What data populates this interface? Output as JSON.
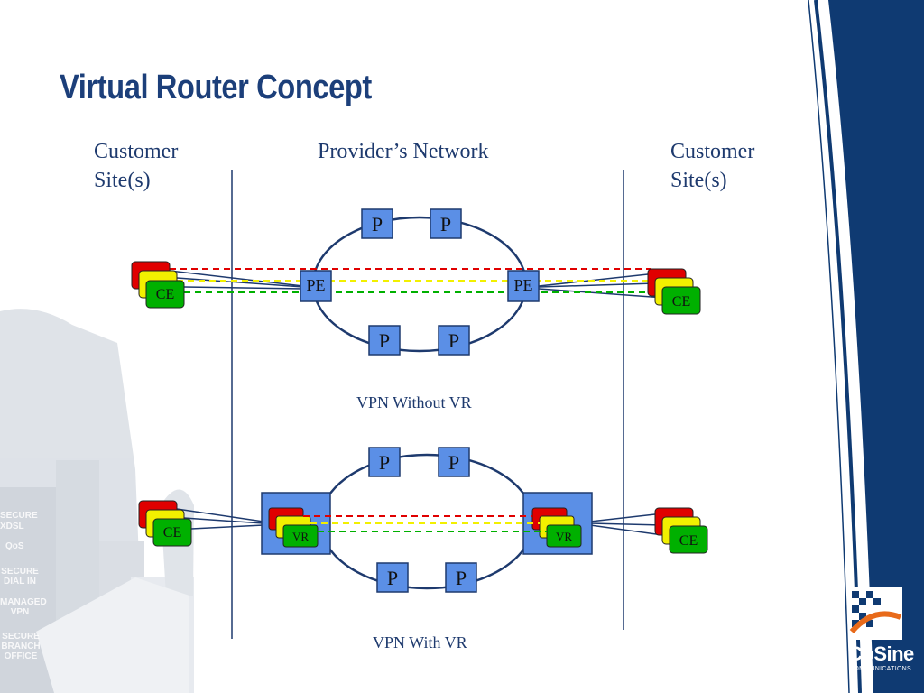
{
  "slide_title": "Virtual Router Concept",
  "headers": {
    "left": [
      "Customer",
      "Site(s)"
    ],
    "center": "Provider’s Network",
    "right": [
      "Customer",
      "Site(s)"
    ]
  },
  "top_diagram": {
    "caption": "VPN Without VR",
    "core_label": "P",
    "edge_label": "PE",
    "customer_label": "CE"
  },
  "bottom_diagram": {
    "caption": "VPN With VR",
    "core_label": "P",
    "vr_label": "VR",
    "customer_label": "CE"
  },
  "vpn_colors": {
    "red": "#e00000",
    "yellow": "#f2f000",
    "green": "#00b000"
  },
  "brand": {
    "name": "CoSine",
    "sub": "COMMUNICATIONS",
    "navy": "#0f3a72",
    "accent": "#e86a1a"
  },
  "background_tags": [
    "SECURE",
    "XDSL",
    "QoS",
    "SECURE DIAL IN",
    "MANAGED VPN",
    "SECURE BRANCH OFFICE"
  ]
}
